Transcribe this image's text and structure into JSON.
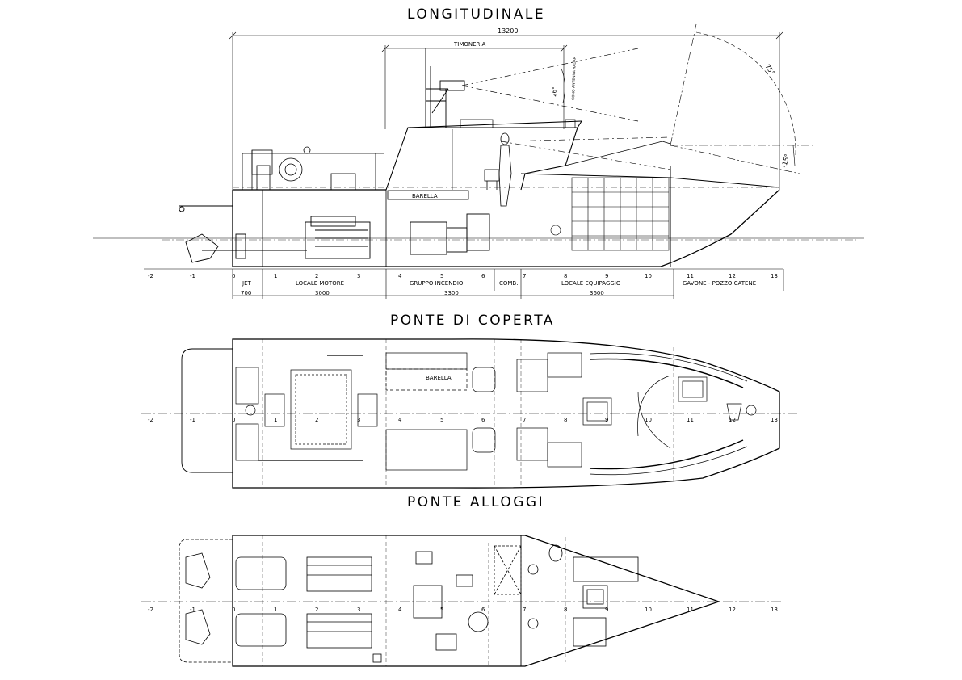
{
  "titles": {
    "longitudinale": "LONGITUDINALE",
    "ponte_coperta": "PONTE DI COPERTA",
    "ponte_alloggi": "PONTE ALLOGGI"
  },
  "dimensions": {
    "overall": "13200",
    "timoneria": "TIMONERIA",
    "jet": "700",
    "locale_motore": "3000",
    "gruppo_incendio": "3300",
    "locale_equipaggio": "3600"
  },
  "angles": {
    "radar": "26°",
    "radar_note": "CONO ANTENNA RADAR",
    "mast_up": "75°",
    "mast_down": "-15°"
  },
  "compartments": {
    "jet": "JET",
    "locale_motore": "LOCALE MOTORE",
    "gruppo_incendio": "GRUPPO INCENDIO",
    "comb": "COMB.",
    "locale_equipaggio": "LOCALE EQUIPAGGIO",
    "gavone": "GAVONE - POZZO CATENE"
  },
  "labels": {
    "barella_side": "BARELLA",
    "barella_plan": "BARELLA"
  },
  "frame_numbers": [
    "-2",
    "-1",
    "0",
    "1",
    "2",
    "3",
    "4",
    "5",
    "6",
    "7",
    "8",
    "9",
    "10",
    "11",
    "12",
    "13"
  ]
}
